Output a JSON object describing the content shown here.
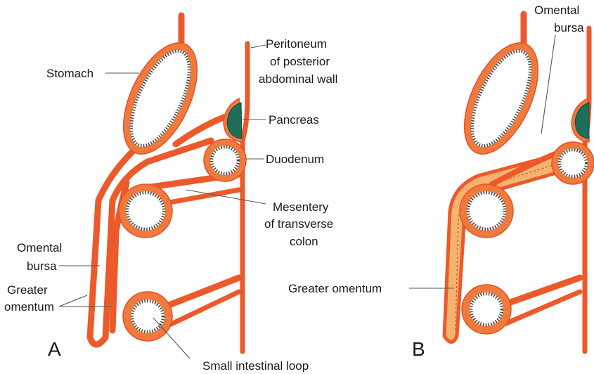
{
  "panels": {
    "a": {
      "letter": "A",
      "labels": {
        "stomach": "Stomach",
        "peritoneum_1": "Peritoneum",
        "peritoneum_2": "of posterior",
        "peritoneum_3": "abdominal wall",
        "pancreas": "Pancreas",
        "duodenum": "Duodenum",
        "mesentery_1": "Mesentery",
        "mesentery_2": "of transverse",
        "mesentery_3": "colon",
        "omental_bursa_1": "Omental",
        "omental_bursa_2": "bursa",
        "greater_omentum_1": "Greater",
        "greater_omentum_2": "omentum",
        "small_intestine": "Small intestinal loop"
      }
    },
    "b": {
      "letter": "B",
      "labels": {
        "omental_bursa_1": "Omental",
        "omental_bursa_2": "bursa",
        "greater_omentum": "Greater omentum"
      }
    }
  },
  "colors": {
    "membrane": "#ec5a2b",
    "membrane_fill": "#f07a3e",
    "pancreas": "#1e6e5a",
    "bursa_fill": "#f6b36f"
  }
}
